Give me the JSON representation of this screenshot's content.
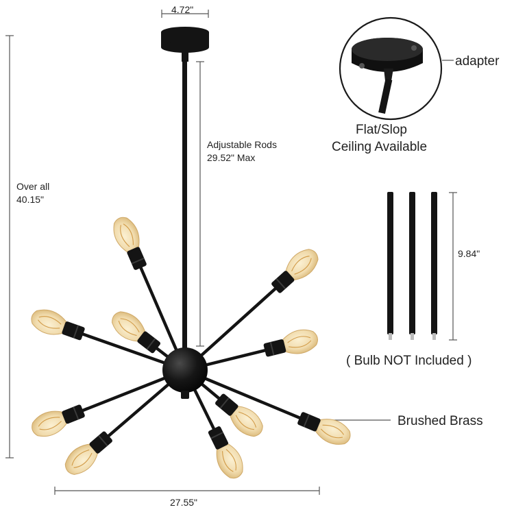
{
  "dimensions": {
    "canopy_width": "4.72\"",
    "overall_height_line1": "Over all",
    "overall_height_line2": "40.15\"",
    "rods_line1": "Adjustable Rods",
    "rods_line2": "29.52\" Max",
    "overall_width": "27.55\"",
    "rod_length": "9.84\""
  },
  "callouts": {
    "adapter": "adapter",
    "ceiling_line1": "Flat/Slop",
    "ceiling_line2": "Ceiling Available",
    "bulb_note": "( Bulb NOT Included )",
    "finish": "Brushed Brass"
  },
  "colors": {
    "fixture": "#141414",
    "bulb_glass": "#f1dcae",
    "filament": "#c8882b",
    "dimension_line": "#555555",
    "text": "#222222"
  }
}
